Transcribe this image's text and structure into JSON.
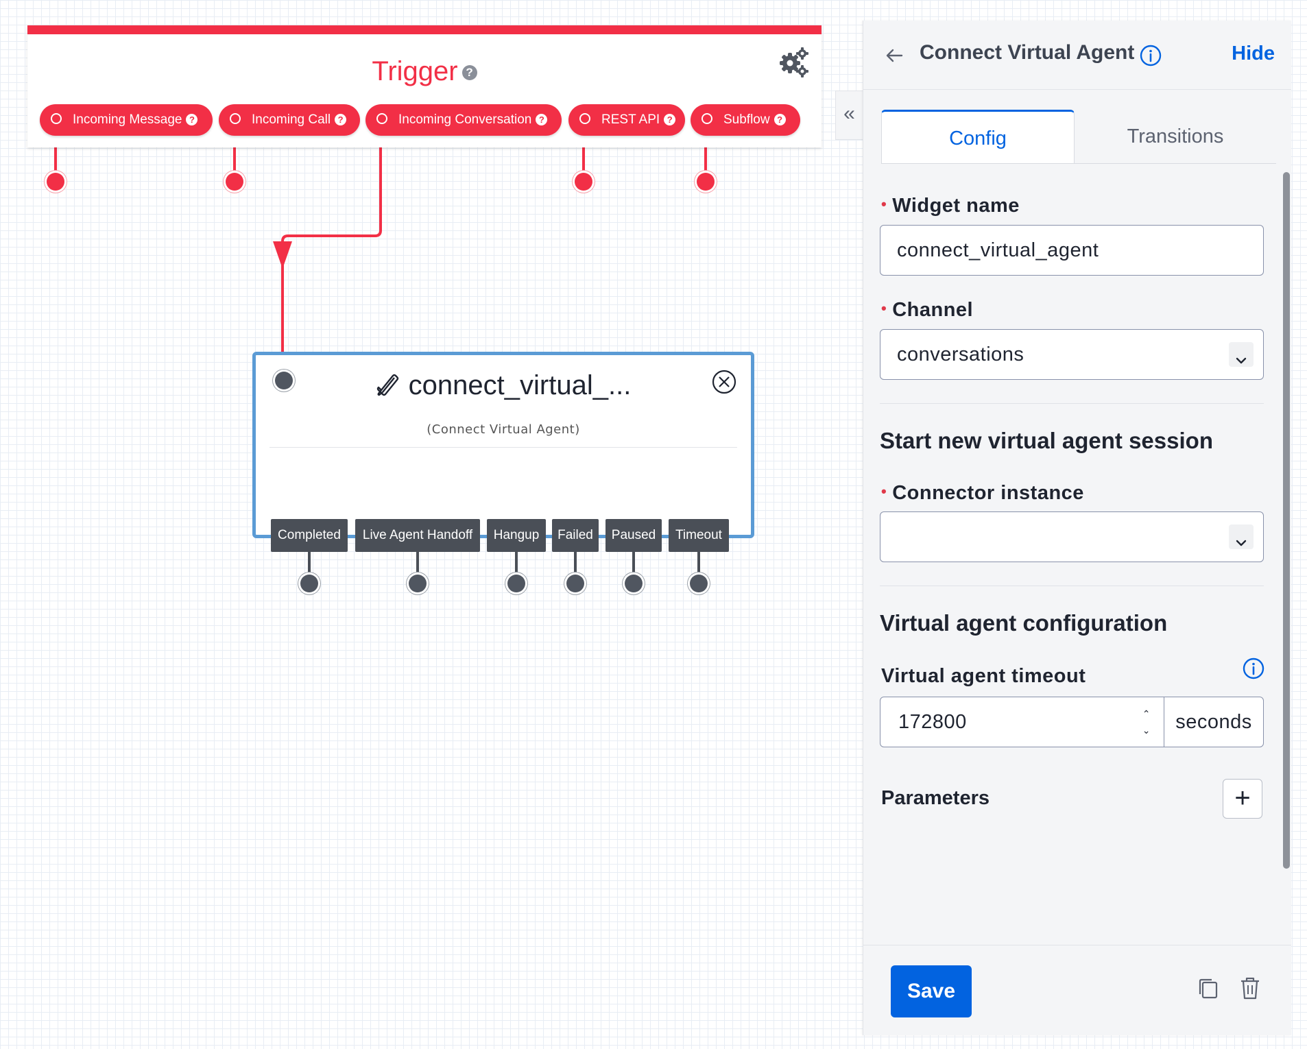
{
  "trigger": {
    "title": "Trigger",
    "help": "?",
    "pills": [
      {
        "label": "Incoming Message",
        "help": "?"
      },
      {
        "label": "Incoming Call",
        "help": "?"
      },
      {
        "label": "Incoming Conversation",
        "help": "?"
      },
      {
        "label": "REST API",
        "help": "?"
      },
      {
        "label": "Subflow",
        "help": "?"
      }
    ]
  },
  "widget": {
    "title": "connect_virtual_...",
    "subtitle": "(Connect Virtual Agent)",
    "transitions": [
      "Completed",
      "Live Agent Handoff",
      "Hangup",
      "Failed",
      "Paused",
      "Timeout"
    ]
  },
  "panel": {
    "collapse": "«",
    "title": "Connect Virtual Agent",
    "hide": "Hide",
    "tabs": {
      "config": "Config",
      "transitions": "Transitions"
    },
    "required_mark": "•",
    "widget_name": {
      "label": "Widget name",
      "value": "connect_virtual_agent"
    },
    "channel": {
      "label": "Channel",
      "value": "conversations"
    },
    "session_heading": "Start new virtual agent session",
    "connector": {
      "label": "Connector instance",
      "value": ""
    },
    "config_heading": "Virtual agent configuration",
    "timeout": {
      "label": "Virtual agent timeout",
      "value": "172800",
      "unit": "seconds"
    },
    "parameters": {
      "label": "Parameters",
      "add": "+"
    },
    "save": "Save"
  },
  "colors": {
    "trigger": "#f22f46",
    "primary": "#0263e0",
    "widget_border": "#5b9bd5",
    "tag": "#4a4f57"
  }
}
